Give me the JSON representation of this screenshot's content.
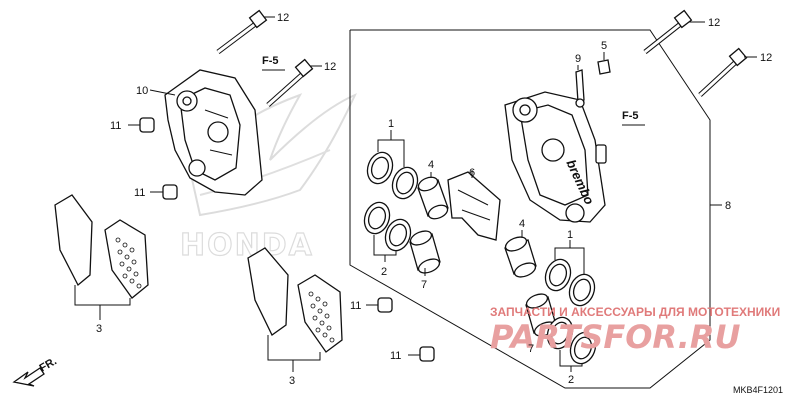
{
  "diagram": {
    "code": "MKB4F1201",
    "direction_labels": {
      "fr": "FR.",
      "f5_left": "F-5",
      "f5_right": "F-5"
    },
    "callouts": {
      "n1": "1",
      "n2": "2",
      "n3": "3",
      "n4": "4",
      "n5": "5",
      "n6": "6",
      "n7": "7",
      "n8": "8",
      "n9": "9",
      "n10": "10",
      "n11": "11",
      "n12": "12"
    },
    "logo_text": "HONDA",
    "caliper_brand": "brembo",
    "watermark": {
      "caption": "ЗАПЧАСТИ И АКСЕССУАРЫ ДЛЯ МОТОТЕХНИКИ",
      "brand": "PARTSFOR.RU"
    }
  }
}
